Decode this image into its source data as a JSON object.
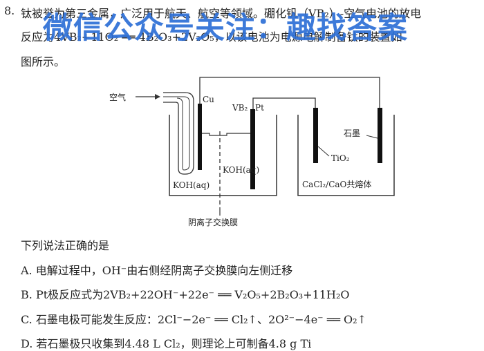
{
  "question": {
    "number": "8.",
    "stem_line1": "钛被誉为第三金属，广泛用于航天、航空等领域。硼化钒（VB₂）-空气电池的放电",
    "stem_line2": "反应为4VB₂+11O₂ ══ 4B₂O₃+2V₂O₅，以该电池为电源电解制备钛的装置如",
    "stem_line3": "图所示。",
    "prompt": "下列说法正确的是",
    "options": {
      "A": "A. 电解过程中，OH⁻由右侧经阴离子交换膜向左侧迁移",
      "B": "B. Pt极反应式为2VB₂+22OH⁻+22e⁻ ══ V₂O₅+2B₂O₃+11H₂O",
      "C": "C. 石墨电极可能发生反应：2Cl⁻−2e⁻ ══ Cl₂↑、2O²⁻−4e⁻ ══ O₂↑",
      "D": "D. 若石墨极只收集到4.48 L Cl₂，则理论上可制备4.8 g Ti"
    }
  },
  "watermark": "微信公众号关注：趣找答案",
  "diagram": {
    "air_label": "空气",
    "cu_label": "Cu",
    "vb2_label": "VB₂",
    "pt_label": "Pt",
    "koh_left": "KOH(aq)",
    "koh_right": "KOH(aq)",
    "membrane_label": "阴离子交换膜",
    "graphite_label": "石墨",
    "tio2_label": "TiO₂",
    "melt_label": "CaCl₂/CaO共熔体"
  }
}
